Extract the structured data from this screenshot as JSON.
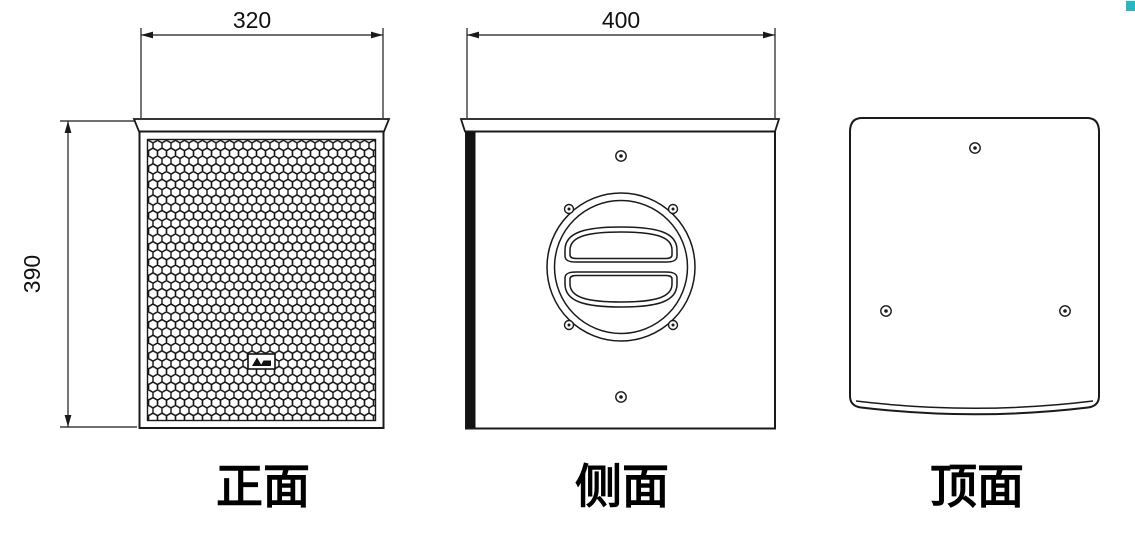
{
  "drawing": {
    "views": [
      {
        "id": "front",
        "label": "正面",
        "dimensions": {
          "width": "320",
          "height": "390"
        }
      },
      {
        "id": "side",
        "label": "侧面",
        "dimensions": {
          "width": "400"
        }
      },
      {
        "id": "top",
        "label": "顶面",
        "dimensions": {}
      }
    ],
    "colors": {
      "line": "#1a1a1a",
      "corner_mark": "#27b6c4"
    },
    "icons": {
      "screw": "screw-head-icon",
      "logo": "brand-logo",
      "grille": "honeycomb-grille"
    }
  }
}
